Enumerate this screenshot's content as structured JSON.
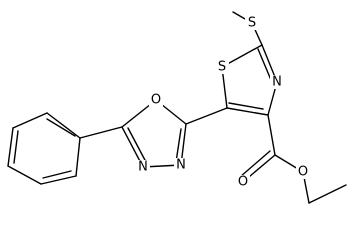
{
  "molecule": {
    "atoms": {
      "thiazole_s": "S",
      "thiazole_n": "N",
      "methylthio_s": "S",
      "oxadiazole_o": "O",
      "oxadiazole_n1": "N",
      "oxadiazole_n2": "N",
      "ester_o_carbonyl": "O",
      "ester_o_ether": "O"
    }
  },
  "colors": {
    "bond": "#000000",
    "label": "#000000",
    "background": "#ffffff"
  }
}
